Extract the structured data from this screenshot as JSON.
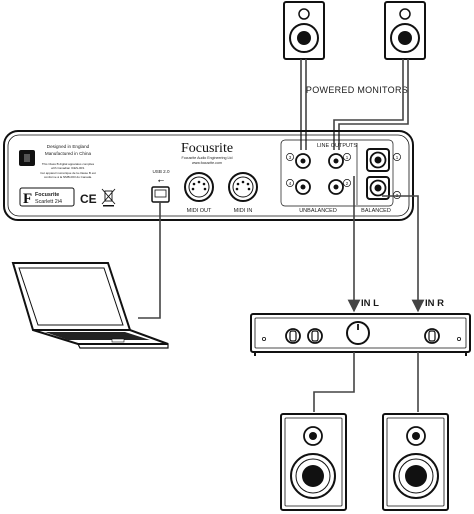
{
  "interface": {
    "brand": "Focusrite",
    "company": "Focusrite Audio Engineering Ltd",
    "website": "www.focusrite.com",
    "designed": "Designed in England",
    "manufactured": "Manufactured in China",
    "compliance": [
      "This Class B digital apparatus complies",
      "with Canadian ICES-003.",
      "Cet appareil numérique de la classe B est",
      "conforme à la NMB-003 du Canada."
    ],
    "model_brand": "Focusrite",
    "model": "Scarlett 2i4",
    "usb_label": "USB 2.0",
    "midi_out": "MIDI OUT",
    "midi_in": "MIDI IN",
    "line_outputs": "LINE OUTPUTS",
    "unbalanced": "UNBALANCED",
    "balanced": "BALANCED",
    "ports": [
      "3",
      "1",
      "4",
      "2",
      "1",
      "2"
    ]
  },
  "labels": {
    "powered_monitors": "POWERED MONITORS",
    "in_l": "IN L",
    "in_r": "IN R"
  },
  "colors": {
    "outline": "#111111",
    "wire": "#444444",
    "background": "#ffffff"
  }
}
